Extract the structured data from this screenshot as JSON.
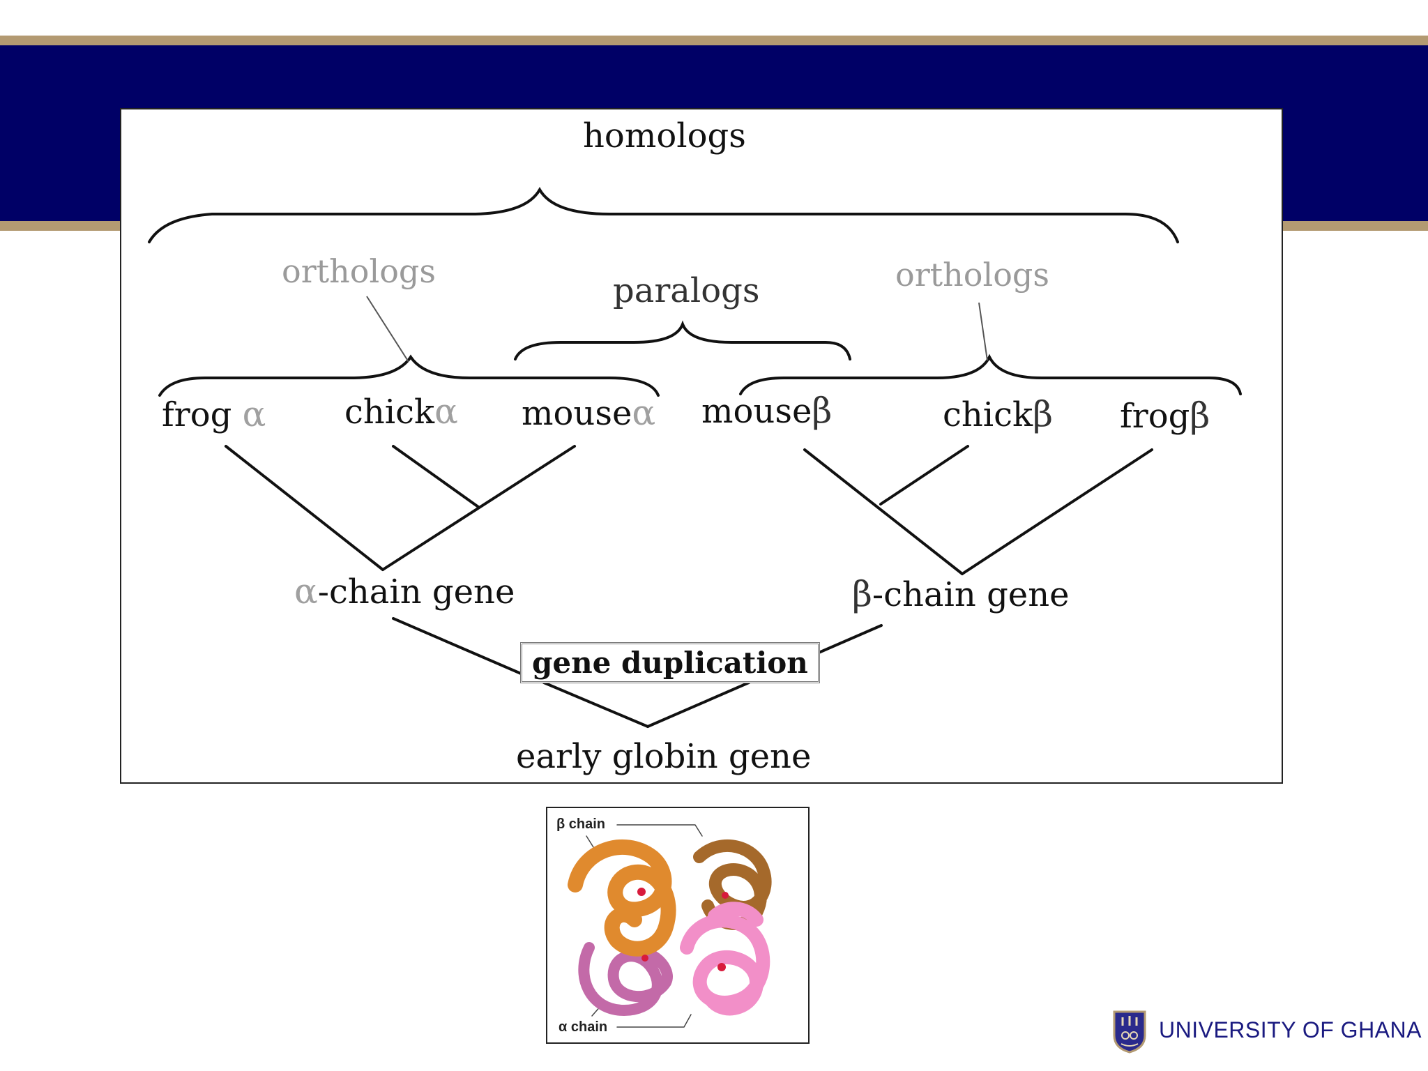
{
  "diagram": {
    "homologs": "homologs",
    "orthologs_left": "orthologs",
    "paralogs": "paralogs",
    "orthologs_right": "orthologs",
    "leaves": [
      {
        "name": "frog",
        "greek": "α"
      },
      {
        "name": "chick",
        "greek": "α"
      },
      {
        "name": "mouse",
        "greek": "α"
      },
      {
        "name": "mouse",
        "greek": "β"
      },
      {
        "name": "chick",
        "greek": "β"
      },
      {
        "name": "frog",
        "greek": "β"
      }
    ],
    "alpha_gene": {
      "greek": "α",
      "text": "-chain gene"
    },
    "beta_gene": {
      "greek": "β",
      "text": "-chain gene"
    },
    "gene_duplication": "gene duplication",
    "root": "early globin gene"
  },
  "protein_figure": {
    "beta_label": "β chain",
    "alpha_label": "α chain"
  },
  "logo": {
    "name": "UNIVERSITY OF GHANA"
  },
  "colors": {
    "navy": "#000066",
    "tan": "#b39a72",
    "beta_orange": "#e08a2e",
    "beta_brown": "#a5692b",
    "alpha_pink": "#f28fc8",
    "alpha_mauve": "#c36aa8"
  }
}
